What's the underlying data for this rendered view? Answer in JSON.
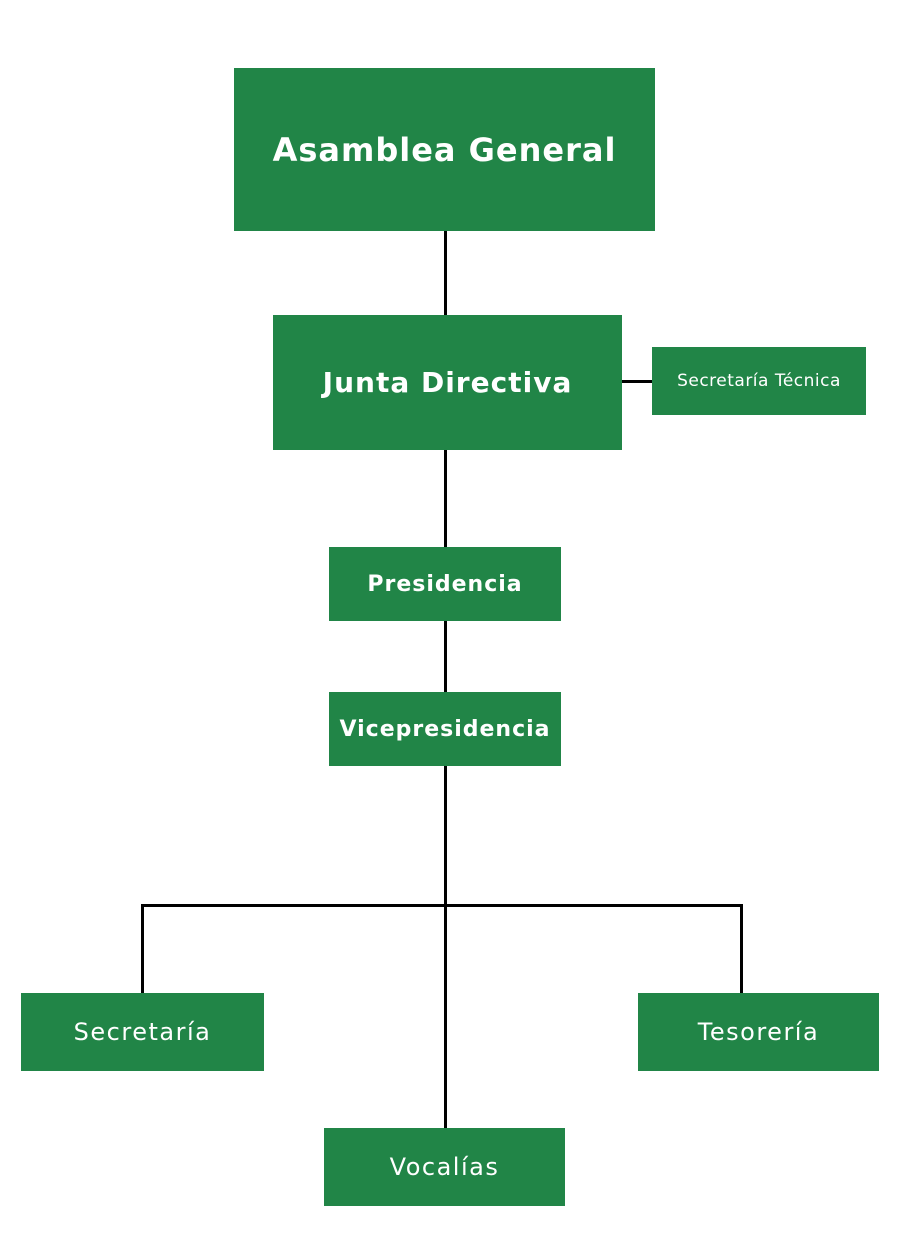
{
  "org_chart": {
    "colors": {
      "box": "#218547",
      "text": "#ffffff",
      "line": "#000000",
      "background": "#ffffff"
    },
    "nodes": {
      "asamblea_general": "Asamblea General",
      "junta_directiva": "Junta Directiva",
      "secretaria_tecnica": "Secretaría Técnica",
      "presidencia": "Presidencia",
      "vicepresidencia": "Vicepresidencia",
      "secretaria": "Secretaría",
      "tesoreria": "Tesorería",
      "vocalias": "Vocalías"
    }
  }
}
